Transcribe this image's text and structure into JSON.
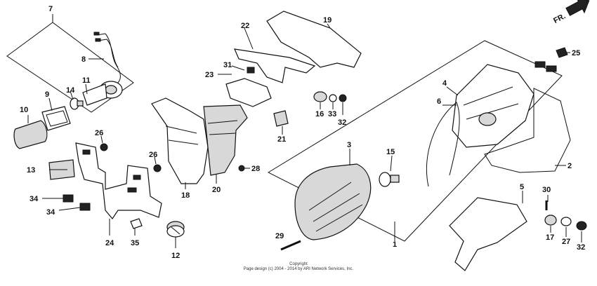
{
  "orientation_label": "FR.",
  "callouts": {
    "c1": "1",
    "c2": "2",
    "c3": "3",
    "c4": "4",
    "c5": "5",
    "c6": "6",
    "c7": "7",
    "c8": "8",
    "c9": "9",
    "c10": "10",
    "c11": "11",
    "c12": "12",
    "c13": "13",
    "c14": "14",
    "c15": "15",
    "c16": "16",
    "c17": "17",
    "c18": "18",
    "c19": "19",
    "c20": "20",
    "c21": "21",
    "c22": "22",
    "c23": "23",
    "c24": "24",
    "c25": "25",
    "c26a": "26",
    "c26b": "26",
    "c27": "27",
    "c28": "28",
    "c29": "29",
    "c30": "30",
    "c31": "31",
    "c32a": "32",
    "c32b": "32",
    "c33": "33",
    "c34a": "34",
    "c34b": "34",
    "c35": "35"
  },
  "footer": {
    "line1": "Copyright",
    "line2": "Page design (c) 2004 - 2014 by ARI Network Services, Inc."
  }
}
